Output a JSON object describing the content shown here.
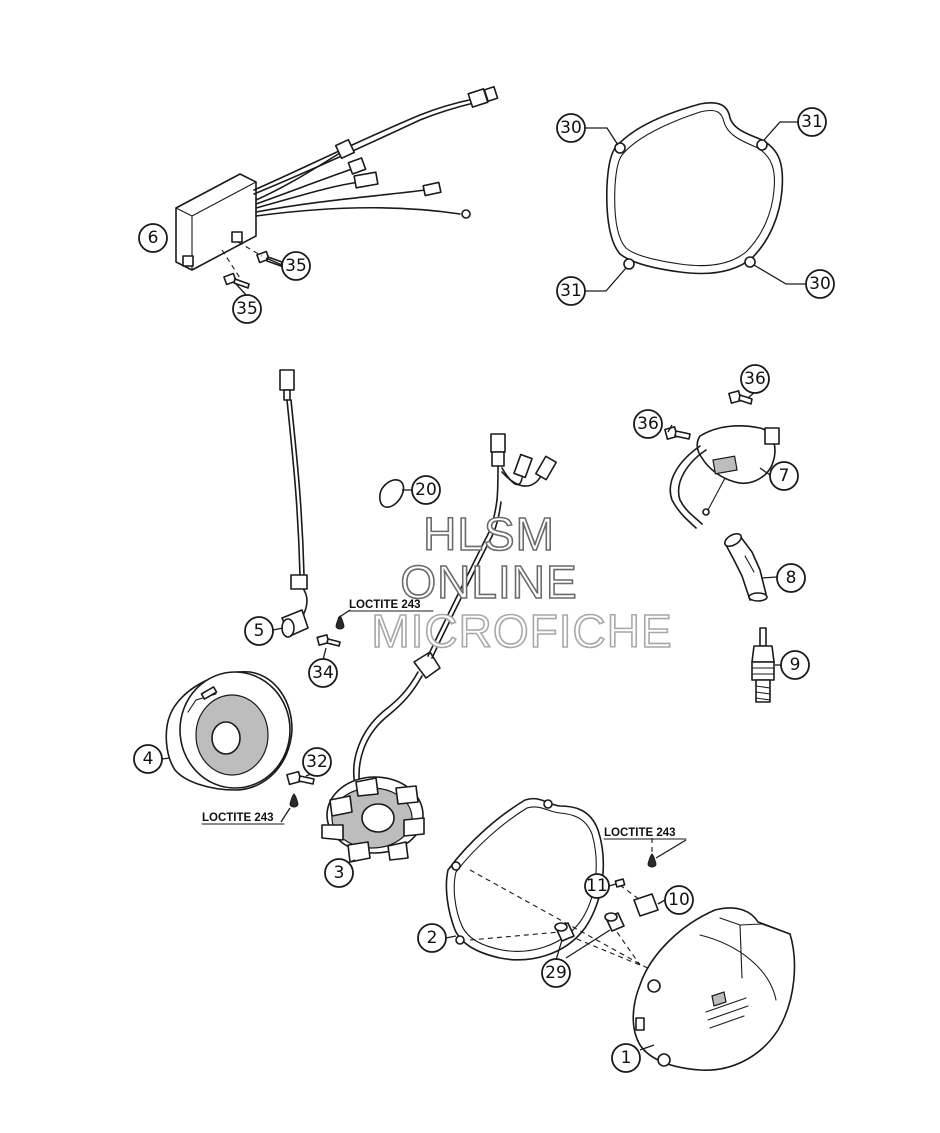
{
  "diagram": {
    "callouts": {
      "c1": "1",
      "c2": "2",
      "c3": "3",
      "c4": "4",
      "c5": "5",
      "c6": "6",
      "c7": "7",
      "c8": "8",
      "c9": "9",
      "c10": "10",
      "c11": "11",
      "c20": "20",
      "c29": "29",
      "c30a": "30",
      "c30b": "30",
      "c31a": "31",
      "c31b": "31",
      "c32": "32",
      "c34": "34",
      "c35a": "35",
      "c35b": "35",
      "c36a": "36",
      "c36b": "36"
    },
    "notes": {
      "loctite_a": "LOCTITE 243",
      "loctite_b": "LOCTITE 243",
      "loctite_c": "LOCTITE 243"
    },
    "watermark": {
      "line1": "HLSM",
      "line2": "ONLINE",
      "line3": "MICROFICHE"
    }
  }
}
